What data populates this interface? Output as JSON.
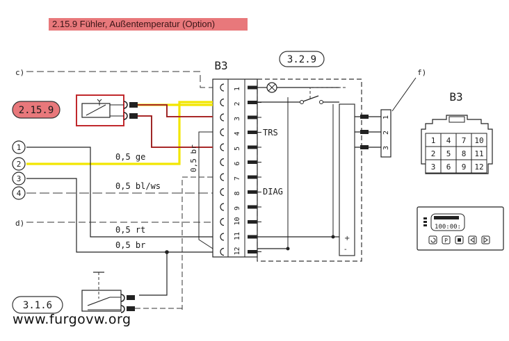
{
  "header": {
    "title": "2.15.9   Fühler, Außentemperatur (Option)",
    "accent_color": "#e8787b"
  },
  "refs": {
    "sensor_ref": "2.15.9",
    "module_ref": "3.2.9",
    "switch_ref": "3.1.6"
  },
  "connector": {
    "name": "B3",
    "side_name": "B3",
    "pins": [
      "1",
      "2",
      "3",
      "4",
      "5",
      "6",
      "7",
      "8",
      "9",
      "10",
      "11",
      "12"
    ],
    "right_pins": [
      "1",
      "2",
      "3"
    ],
    "grid": [
      [
        "1",
        "4",
        "7",
        "10"
      ],
      [
        "2",
        "5",
        "8",
        "11"
      ],
      [
        "3",
        "6",
        "9",
        "12"
      ]
    ]
  },
  "labels": {
    "c": "c)",
    "d": "d)",
    "f": "f)",
    "trs": "TRS",
    "diag": "DIAG",
    "plus": "+",
    "minus": "-"
  },
  "inputs": [
    "1",
    "2",
    "3",
    "4"
  ],
  "wires": {
    "w2": "0,5 ge",
    "w4": "0,5 bl/ws",
    "w1": "0,5 rt",
    "w3": "0,5 br",
    "vertical": "0,5 br"
  },
  "timer": {
    "display": "100:00:"
  },
  "colors": {
    "yellow": "#f2e600",
    "red": "#d42a2a",
    "sensor_box": "#c0282c"
  },
  "watermark": "www.furgovw.org"
}
